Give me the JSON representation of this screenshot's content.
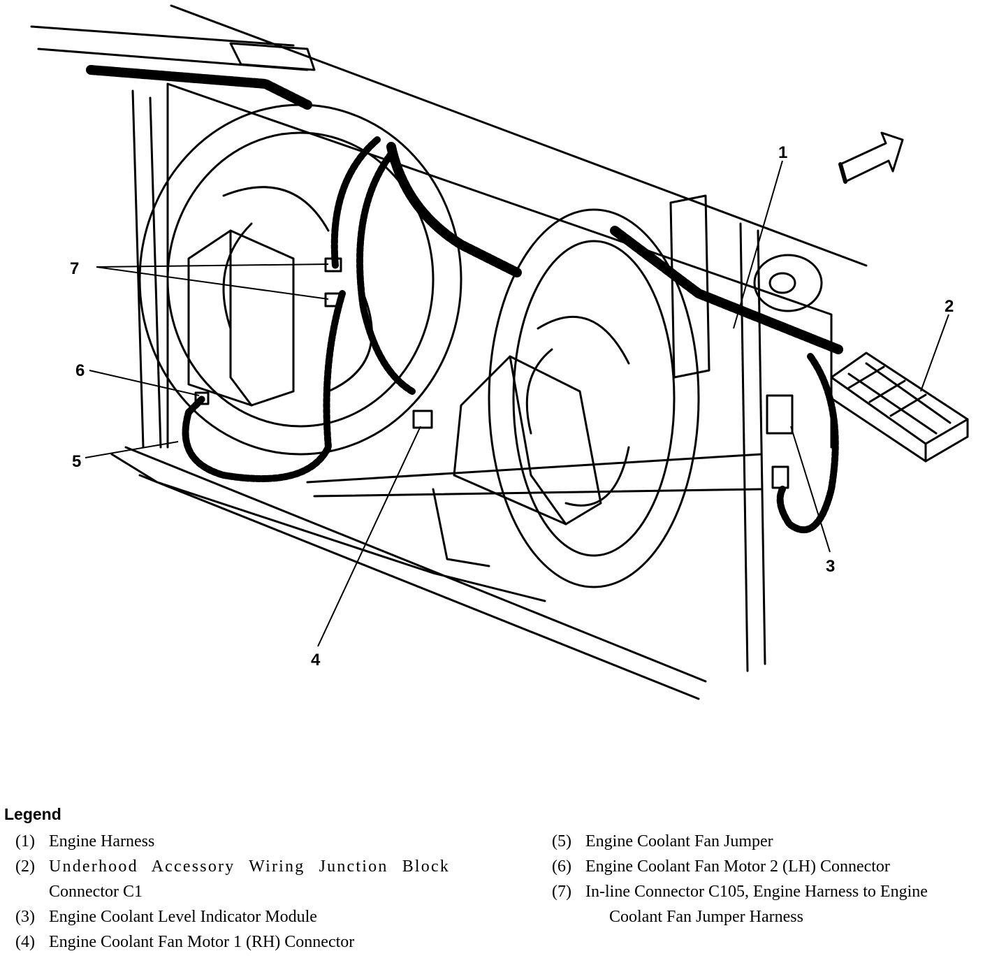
{
  "diagram": {
    "callouts": [
      "1",
      "2",
      "3",
      "4",
      "5",
      "6",
      "7"
    ]
  },
  "legend": {
    "title": "Legend",
    "items": [
      {
        "num": "(1)",
        "text": "Engine Harness"
      },
      {
        "num": "(2)",
        "text": "Underhood Accessory Wiring Junction Block",
        "cont": "Connector C1"
      },
      {
        "num": "(3)",
        "text": "Engine Coolant Level Indicator Module"
      },
      {
        "num": "(4)",
        "text": "Engine Coolant Fan Motor 1 (RH) Connector"
      },
      {
        "num": "(5)",
        "text": "Engine Coolant Fan Jumper"
      },
      {
        "num": "(6)",
        "text": "Engine Coolant Fan Motor 2 (LH) Connector"
      },
      {
        "num": "(7)",
        "text": "In-line Connector C105, Engine Harness to Engine",
        "cont": "Coolant Fan Jumper Harness"
      }
    ]
  }
}
